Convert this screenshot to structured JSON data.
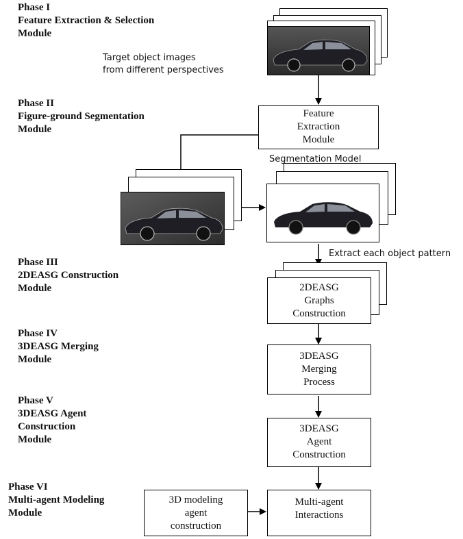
{
  "phases": [
    {
      "lines": [
        "Phase I",
        "Feature Extraction & Selection",
        "Module"
      ]
    },
    {
      "lines": [
        "Phase II",
        "Figure-ground Segmentation",
        "Module"
      ]
    },
    {
      "lines": [
        "Phase III",
        "2DEASG Construction",
        "Module"
      ]
    },
    {
      "lines": [
        "Phase IV",
        "3DEASG Merging",
        "Module"
      ]
    },
    {
      "lines": [
        "Phase V",
        "3DEASG Agent",
        "Construction",
        "Module"
      ]
    },
    {
      "lines": [
        "Phase VI",
        "Multi-agent Modeling",
        "Module"
      ]
    }
  ],
  "captions": {
    "target_images": [
      "Target object images",
      "from different perspectives"
    ],
    "segmentation_model": "Segmentation Model",
    "extract_pattern": "Extract each object pattern"
  },
  "boxes": {
    "feature_extraction": [
      "Feature",
      "Extraction",
      "Module"
    ],
    "graphs_construction": [
      "2DEASG",
      "Graphs",
      "Construction"
    ],
    "merging_process": [
      "3DEASG",
      "Merging",
      "Process"
    ],
    "agent_construction": [
      "3DEASG",
      "Agent",
      "Construction"
    ],
    "modeling_agent": [
      "3D modeling",
      "agent",
      "construction"
    ],
    "multi_agent": [
      "Multi-agent",
      "Interactions"
    ]
  },
  "colors": {
    "line": "#000000",
    "photo_dark": "#3a3a3a",
    "car_body": "#1e1e24"
  },
  "icons": [
    "car-photo-icon",
    "segmented-car-icon"
  ]
}
